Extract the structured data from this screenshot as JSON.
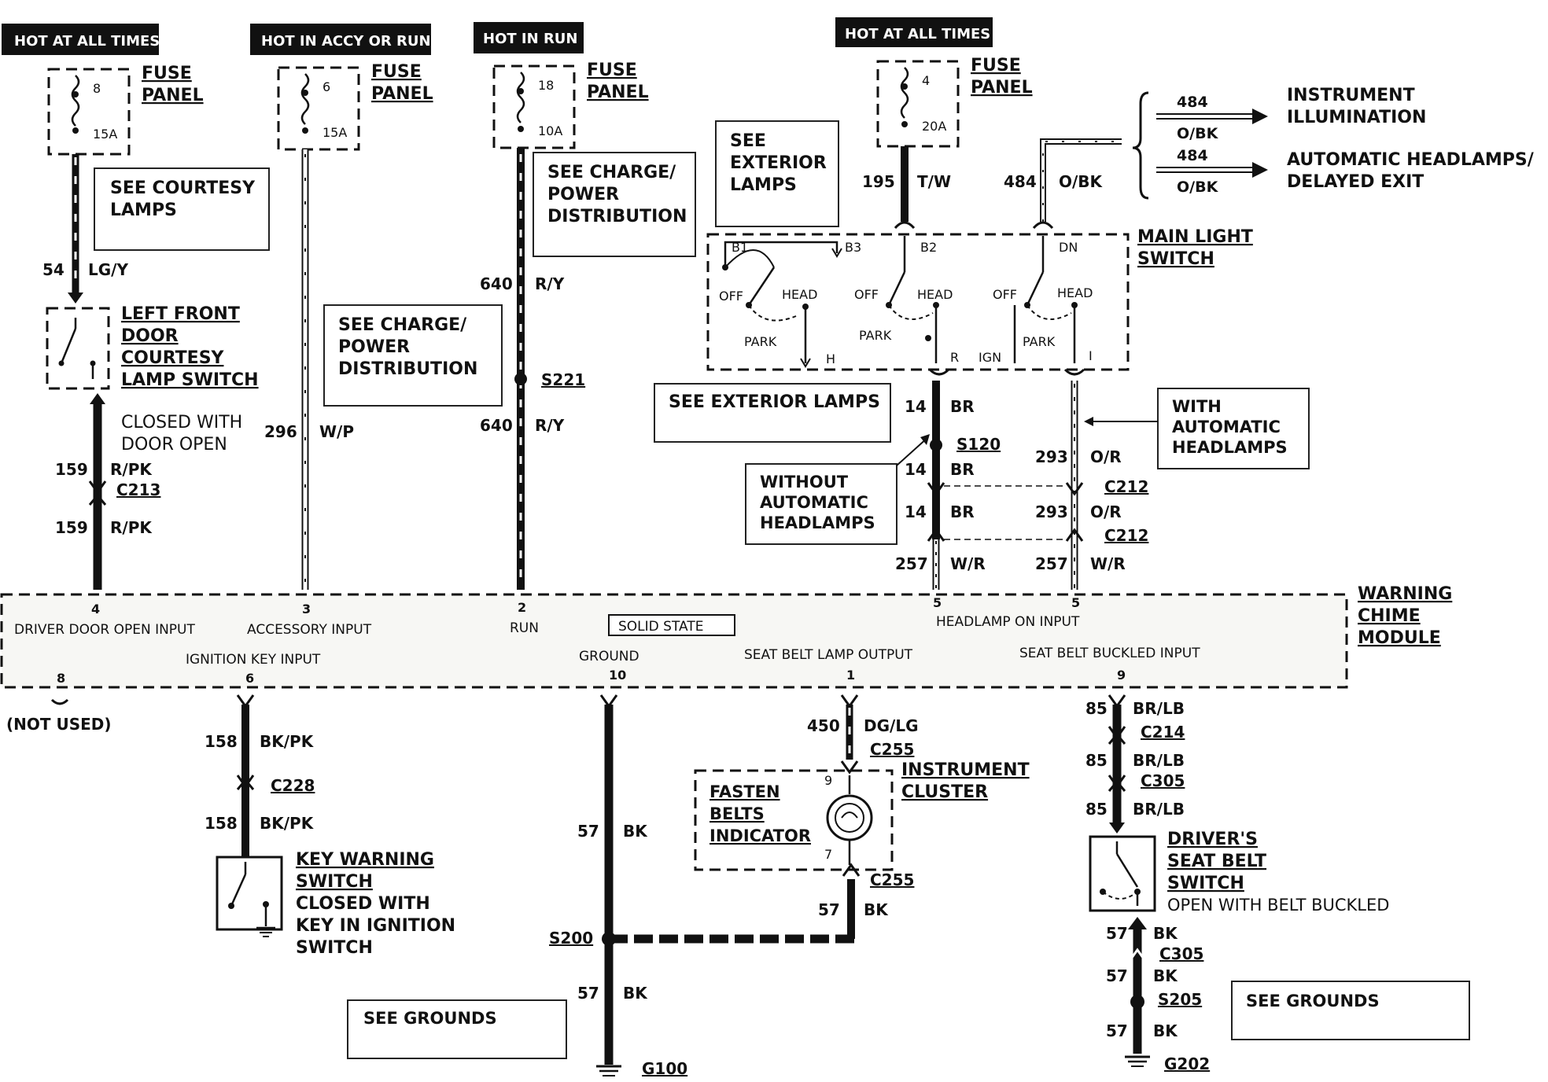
{
  "headers": {
    "h1": "HOT AT ALL TIMES",
    "h2": "HOT IN ACCY OR RUN",
    "h3": "HOT IN RUN",
    "h4": "HOT AT ALL TIMES"
  },
  "fuses": {
    "f1": {
      "num": "8",
      "amp": "15A"
    },
    "f2": {
      "num": "6",
      "amp": "15A"
    },
    "f3": {
      "num": "18",
      "amp": "10A"
    },
    "f4": {
      "num": "4",
      "amp": "20A"
    },
    "label1": "FUSE",
    "label2": "PANEL"
  },
  "notes": {
    "courtesy1": "SEE COURTESY",
    "courtesy2": "LAMPS",
    "charge1": "SEE CHARGE/",
    "charge2": "POWER",
    "charge3": "DISTRIBUTION",
    "ext1": "SEE",
    "ext2": "EXTERIOR",
    "ext3": "LAMPS",
    "extlamps": "SEE EXTERIOR LAMPS",
    "without1": "WITHOUT",
    "without2": "AUTOMATIC",
    "without3": "HEADLAMPS",
    "with1": "WITH",
    "with2": "AUTOMATIC",
    "with3": "HEADLAMPS",
    "grounds": "SEE GROUNDS"
  },
  "wires": {
    "w54": "54",
    "c54": "LG/Y",
    "w159": "159",
    "c159": "R/PK",
    "w296": "296",
    "c296": "W/P",
    "w640": "640",
    "c640": "R/Y",
    "w195": "195",
    "c195": "T/W",
    "w484": "484",
    "c484": "O/BK",
    "w14": "14",
    "c14": "BR",
    "w293": "293",
    "c293": "O/R",
    "w257": "257",
    "c257": "W/R",
    "w158": "158",
    "c158": "BK/PK",
    "w57": "57",
    "c57": "BK",
    "w450": "450",
    "c450": "DG/LG",
    "w85": "85",
    "c85": "BR/LB"
  },
  "connectors": {
    "c213": "C213",
    "s221": "S221",
    "s120": "S120",
    "c212": "C212",
    "c228": "C228",
    "c255": "C255",
    "c214": "C214",
    "c305": "C305",
    "s200": "S200",
    "s205": "S205",
    "g100": "G100",
    "g202": "G202"
  },
  "outputs": {
    "o1a": "INSTRUMENT",
    "o1b": "ILLUMINATION",
    "o2a": "AUTOMATIC HEADLAMPS/",
    "o2b": "DELAYED EXIT"
  },
  "switches": {
    "door1": "LEFT FRONT",
    "door2": "DOOR",
    "door3": "COURTESY",
    "door4": "LAMP SWITCH",
    "doorNote1": "CLOSED WITH",
    "doorNote2": "DOOR OPEN",
    "main1": "MAIN LIGHT",
    "main2": "SWITCH",
    "b1": "B1",
    "b2": "B2",
    "b3": "B3",
    "dn": "DN",
    "off": "OFF",
    "head": "HEAD",
    "park": "PARK",
    "h": "H",
    "r": "R",
    "ign": "IGN",
    "i": "I",
    "key1": "KEY WARNING",
    "key2": "SWITCH",
    "key3": "CLOSED WITH",
    "key4": "KEY IN IGNITION",
    "key5": "SWITCH",
    "seat1": "DRIVER'S",
    "seat2": "SEAT BELT",
    "seat3": "SWITCH",
    "seat4": "OPEN WITH BELT BUCKLED"
  },
  "module": {
    "name1": "WARNING",
    "name2": "CHIME",
    "name3": "MODULE",
    "p4": "4",
    "p3": "3",
    "p2": "2",
    "p5a": "5",
    "p5b": "5",
    "driver": "DRIVER DOOR OPEN INPUT",
    "accessory": "ACCESSORY INPUT",
    "run": "RUN",
    "solid": "SOLID STATE",
    "headlamp": "HEADLAMP ON INPUT",
    "p8": "8",
    "p6": "6",
    "p10": "10",
    "p1": "1",
    "p9": "9",
    "ign": "IGNITION KEY INPUT",
    "ground": "GROUND",
    "seatlamp": "SEAT BELT LAMP OUTPUT",
    "seatbuckled": "SEAT BELT BUCKLED INPUT",
    "notused": "(NOT USED)"
  },
  "cluster": {
    "f1": "FASTEN",
    "f2": "BELTS",
    "f3": "INDICATOR",
    "ic1": "INSTRUMENT",
    "ic2": "CLUSTER",
    "pin9": "9",
    "pin7": "7"
  }
}
